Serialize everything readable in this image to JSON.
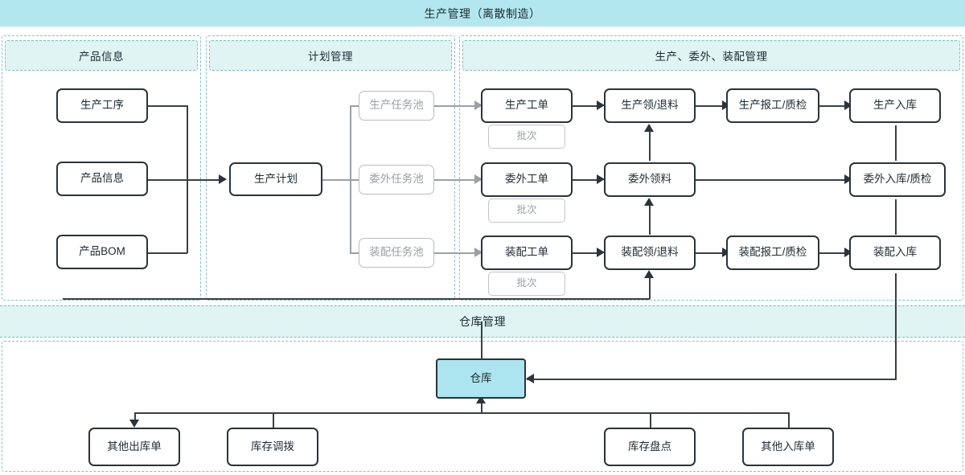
{
  "diagram": {
    "title": "生产管理（离散制造）",
    "type": "flowchart",
    "accent_color": "#ace5ef",
    "band_color": "#b3e7ef",
    "sub_band_color": "#e0f4f4",
    "frame_color": "#7fc4cb",
    "node_border_color": "#2b333c",
    "muted_color": "#9aa0a6"
  },
  "sections": {
    "product_info": {
      "label": "产品信息"
    },
    "plan_mgmt": {
      "label": "计划管理"
    },
    "production_mgmt": {
      "label": "生产、委外、装配管理"
    },
    "warehouse_mgmt": {
      "label": "仓库管理"
    }
  },
  "nodes": {
    "product": [
      {
        "id": "process",
        "label": "生产工序"
      },
      {
        "id": "product_info",
        "label": "产品信息"
      },
      {
        "id": "product_bom",
        "label": "产品BOM"
      }
    ],
    "plan": [
      {
        "id": "production_plan",
        "label": "生产计划"
      }
    ],
    "task_pools": [
      {
        "id": "prod_pool",
        "label": "生产任务池",
        "state": "muted"
      },
      {
        "id": "outsource_pool",
        "label": "委外任务池",
        "state": "muted"
      },
      {
        "id": "assembly_pool",
        "label": "装配任务池",
        "state": "muted"
      }
    ],
    "production_row": [
      {
        "id": "prod_order",
        "label": "生产工单"
      },
      {
        "id": "prod_issue",
        "label": "生产领/退料"
      },
      {
        "id": "prod_report",
        "label": "生产报工/质检"
      },
      {
        "id": "prod_instock",
        "label": "生产入库"
      }
    ],
    "outsource_row": [
      {
        "id": "out_order",
        "label": "委外工单"
      },
      {
        "id": "out_issue",
        "label": "委外领料"
      },
      {
        "id": "out_instock",
        "label": "委外入库/质检"
      }
    ],
    "assembly_row": [
      {
        "id": "asm_order",
        "label": "装配工单"
      },
      {
        "id": "asm_issue",
        "label": "装配领/退料"
      },
      {
        "id": "asm_report",
        "label": "装配报工/质检"
      },
      {
        "id": "asm_instock",
        "label": "装配入库"
      }
    ],
    "batches": [
      {
        "id": "batch_prod",
        "label": "批次",
        "state": "muted"
      },
      {
        "id": "batch_out",
        "label": "批次",
        "state": "muted"
      },
      {
        "id": "batch_asm",
        "label": "批次",
        "state": "muted"
      }
    ],
    "warehouse": [
      {
        "id": "warehouse",
        "label": "仓库",
        "state": "accent"
      },
      {
        "id": "other_out",
        "label": "其他出库单"
      },
      {
        "id": "stock_transfer",
        "label": "库存调拨"
      },
      {
        "id": "stock_count",
        "label": "库存盘点"
      },
      {
        "id": "other_in",
        "label": "其他入库单"
      }
    ]
  }
}
